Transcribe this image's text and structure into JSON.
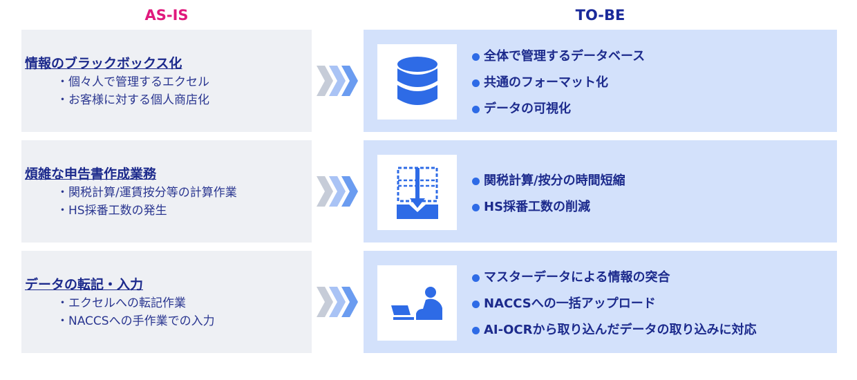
{
  "headers": {
    "as_is": "AS-IS",
    "to_be": "TO-BE"
  },
  "colors": {
    "as_is": "#e0197d",
    "to_be": "#1a2a9a",
    "accent": "#2e6be6"
  },
  "rows": [
    {
      "as_is_title": "情報のブラックボックス化",
      "as_is_items": [
        "・個々人で管理するエクセル",
        "・お客様に対する個人商店化"
      ],
      "icon": "database-icon",
      "to_be_items": [
        "全体で管理するデータベース",
        "共通のフォーマット化",
        "データの可視化"
      ]
    },
    {
      "as_is_title": "煩雑な申告書作成業務",
      "as_is_items": [
        "・関税計算/運賃按分等の計算作業",
        "・HS採番工数の発生"
      ],
      "icon": "import-data-icon",
      "to_be_items": [
        "関税計算/按分の時間短縮",
        "HS採番工数の削減"
      ]
    },
    {
      "as_is_title": "データの転記・入力",
      "as_is_items": [
        "・エクセルへの転記作業",
        "・NACCSへの手作業での入力"
      ],
      "icon": "person-computer-icon",
      "to_be_items": [
        "マスターデータによる情報の突合",
        "NACCSへの一括アップロード",
        "AI-OCRから取り込んだデータの取り込みに対応"
      ]
    }
  ]
}
